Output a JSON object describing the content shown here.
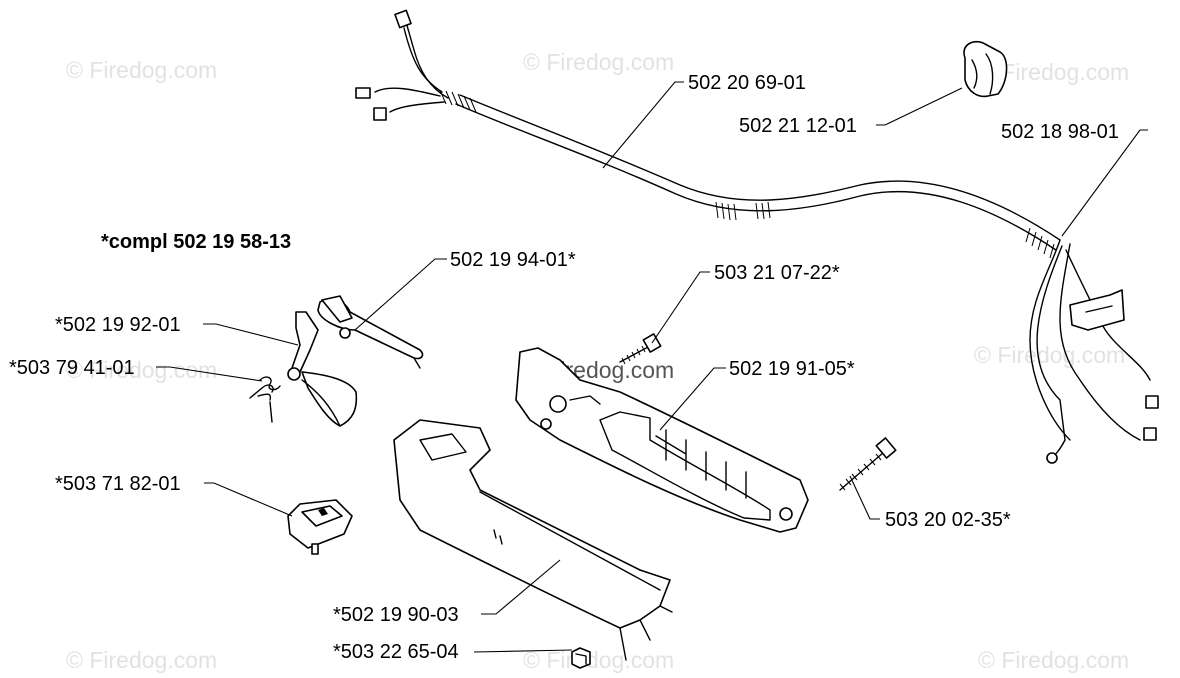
{
  "watermark": "© Firedog.com",
  "assembly_label": "*compl 502 19 58-13",
  "parts": {
    "cable_harness": "502 20 69-01",
    "grommet": "502 21 12-01",
    "cable_end": "502 18 98-01",
    "throttle_trigger": "502 19 94-01*",
    "lockout_lever": "*502 19 92-01",
    "spring": "*503 79 41-01",
    "screw_short": "503 21 07-22*",
    "handle_half_right": "502 19 91-05*",
    "stop_switch": "*503 71 82-01",
    "screw_long": "503 20 02-35*",
    "handle_half_left": "*502 19 90-03",
    "nut": "*503 22 65-04"
  }
}
